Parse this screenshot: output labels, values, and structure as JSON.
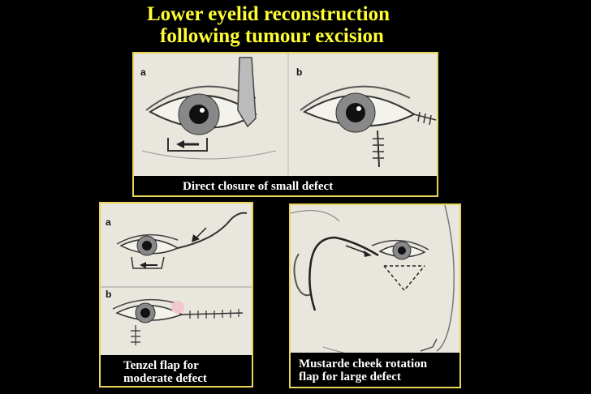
{
  "slide": {
    "title_line1": "Lower eyelid reconstruction",
    "title_line2": "following tumour excision"
  },
  "panel_top": {
    "label_a": "a",
    "label_b": "b",
    "caption": "Direct closure of small defect"
  },
  "panel_left": {
    "label_a": "a",
    "label_b": "b",
    "caption_line1": "Tenzel flap for",
    "caption_line2": "moderate defect"
  },
  "panel_right": {
    "caption_line1": "Mustarde cheek rotation",
    "caption_line2": "flap for large defect"
  },
  "colors": {
    "background": "#000000",
    "title": "#ffff33",
    "panel_border": "#e8d55a",
    "caption_text": "#ffffff"
  }
}
